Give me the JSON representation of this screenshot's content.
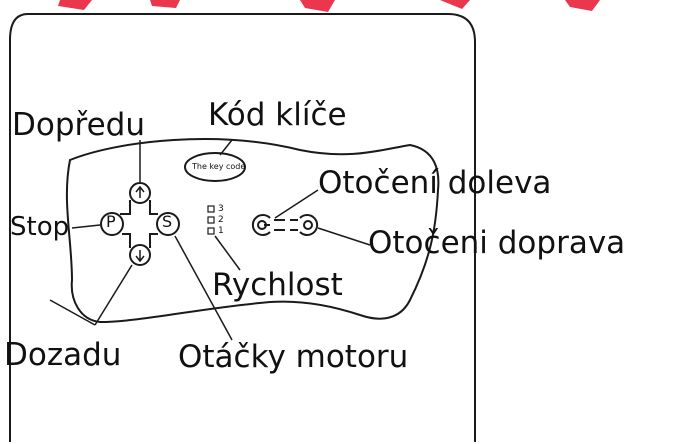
{
  "diagram": {
    "labels": {
      "forward": "Dopředu",
      "key_code": "Kód klíče",
      "turn_left": "Otočení doleva",
      "stop": "Stop",
      "turn_right": "Otočeni doprava",
      "speed": "Rychlost",
      "backward": "Dozadu",
      "motor_rpm": "Otáčky motoru",
      "key_code_inner": "The key code"
    },
    "buttons": {
      "p": "P",
      "s": "S"
    },
    "speed_levels": [
      "3",
      "2",
      "1"
    ],
    "colors": {
      "stroke": "#1a1a1a",
      "watermark": "#e8213a",
      "background": "#ffffff"
    },
    "icons": [
      "arrow-up-icon",
      "arrow-down-icon",
      "rotate-left-icon",
      "rotate-right-icon"
    ]
  }
}
